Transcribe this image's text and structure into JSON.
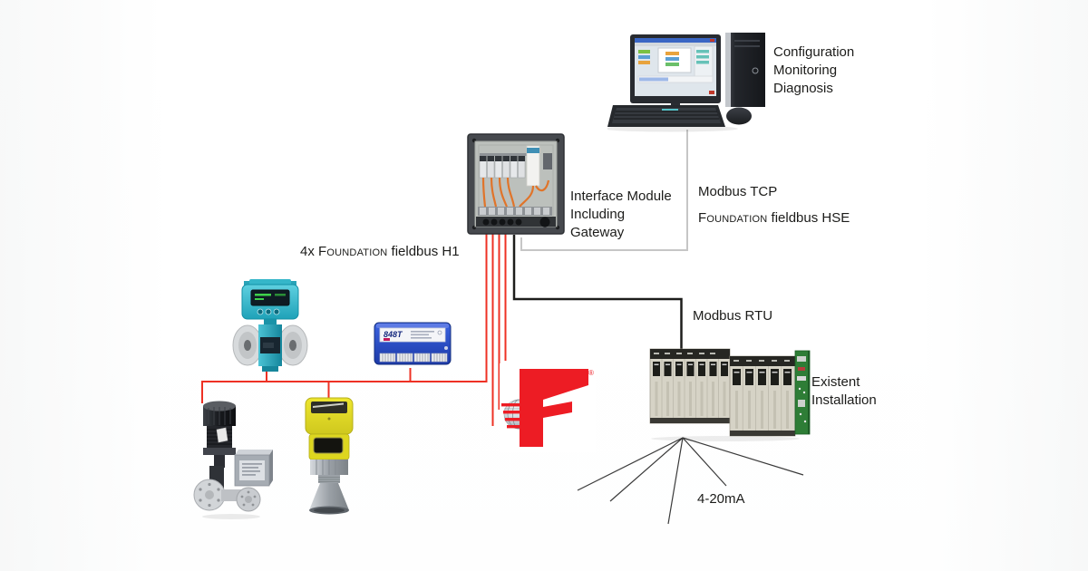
{
  "colors": {
    "h1_bus_red": "#ee3124",
    "modbus_rtu_black": "#1d1d1b",
    "hse_gray": "#c6c6c6",
    "text": "#1c1c1a",
    "logo_red": "#ed1c24",
    "device_blue": "#2a4fd0",
    "device_teal": "#35b6c9",
    "device_yellow": "#ded71f"
  },
  "labels": {
    "computer_caption": {
      "line1": "Configuration",
      "line2": "Monitoring",
      "line3": "Diagnosis"
    },
    "interface_caption": {
      "line1": "Interface Module",
      "line2": "Including",
      "line3": "Gateway"
    },
    "modbus_tcp": "Modbus TCP",
    "hse": {
      "foundation": "Foundation",
      "rest": " fieldbus HSE"
    },
    "h1": {
      "prefix": "4x ",
      "foundation": "Foundation",
      "rest": " fieldbus H1"
    },
    "modbus_rtu": "Modbus RTU",
    "existent_caption": {
      "line1": "Existent",
      "line2": "Installation"
    },
    "current_loop": "4-20mA",
    "device_848t": "848T",
    "reg_mark": "®"
  },
  "icons": {
    "computer": "desktop-computer-icon",
    "interface_module": "interface-module-enclosure-icon",
    "flowmeter": "magnetic-flowmeter-icon",
    "transmitter_848t": "temperature-transmitter-848t-icon",
    "valve": "control-valve-icon",
    "radar": "radar-level-sensor-icon",
    "ff_logo": "fieldbus-foundation-logo-icon",
    "plc_rack": "existing-plc-io-rack-icon"
  }
}
